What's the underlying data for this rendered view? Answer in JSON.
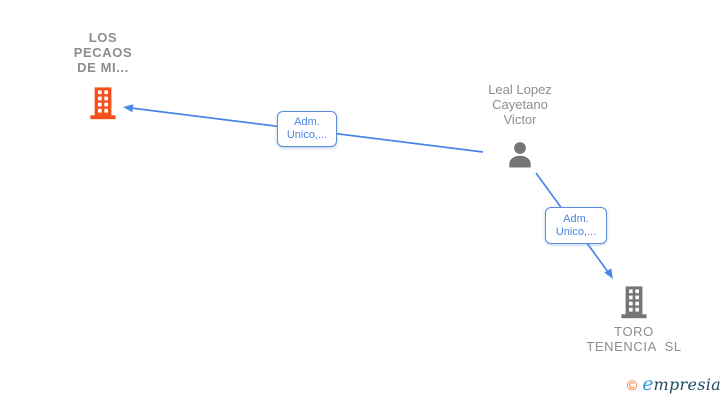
{
  "diagram": {
    "nodes": [
      {
        "id": "los-pecaos",
        "type": "company",
        "icon": "building-icon",
        "color": "#f4511e",
        "focal": true,
        "label_lines": [
          "LOS",
          "PECAOS",
          "DE MI..."
        ]
      },
      {
        "id": "leal-lopez-cayetano-victor",
        "type": "person",
        "icon": "person-icon",
        "color": "#757575",
        "focal": false,
        "label_lines": [
          "Leal Lopez",
          "Cayetano",
          "Victor"
        ]
      },
      {
        "id": "toro-tenencia-sl",
        "type": "company",
        "icon": "building-icon",
        "color": "#757575",
        "focal": false,
        "label_lines": [
          "TORO",
          "TENENCIA  SL"
        ]
      }
    ],
    "edges": [
      {
        "from": "leal-lopez-cayetano-victor",
        "to": "los-pecaos",
        "label_lines": [
          "Adm.",
          "Unico,..."
        ]
      },
      {
        "from": "leal-lopez-cayetano-victor",
        "to": "toro-tenencia-sl",
        "label_lines": [
          "Adm.",
          "Unico,..."
        ]
      }
    ],
    "colors": {
      "edge_blue": "#4a86e8",
      "label_border_blue": "#5b8dd9",
      "node_text_gray": "#8d8d8d",
      "focal_company_orange": "#f4511e",
      "neutral_icon_gray": "#757575"
    }
  },
  "watermark": {
    "copyright": "©",
    "brand_first_letter": "e",
    "brand_rest": "mpresia"
  }
}
